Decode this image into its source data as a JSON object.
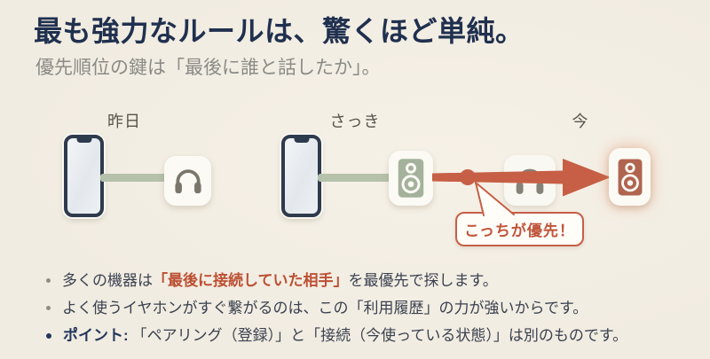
{
  "title": "最も強力なルールは、驚くほど単純。",
  "subtitle": "優先順位の鍵は「最後に誰と話したか」。",
  "timeline": {
    "stages": [
      {
        "label": "昨日",
        "devices": [
          "phone-icon",
          "headphones-icon"
        ]
      },
      {
        "label": "さっき",
        "devices": [
          "phone-icon",
          "speaker-icon"
        ]
      },
      {
        "label": "今",
        "devices": [
          "headphones-icon",
          "speaker-icon"
        ]
      }
    ],
    "callout": "こっちが優先！"
  },
  "bullets": {
    "item1": {
      "pre": "多くの機器は",
      "highlight": "「最後に接続していた相手」",
      "post": "を最優先で探します。"
    },
    "item2": {
      "text": "よく使うイヤホンがすぐ繋がるのは、この「利用履歴」の力が強いからです。"
    },
    "item3": {
      "label": "ポイント:",
      "text": "「ペアリング（登録）」と「接続（今使っている状態）」は別のものです。"
    }
  },
  "colors": {
    "background": "#f1ece1",
    "title_navy": "#20304f",
    "subtitle_gray": "#8a8a86",
    "accent_red": "#c65f45",
    "highlight_text_red": "#bc4f33",
    "sage_speaker": "#a4b29b",
    "connector_green": "#b6c1ab",
    "icon_gray": "#7a766c",
    "terracotta_speaker": "#b06550",
    "body_text": "#3a4150"
  }
}
